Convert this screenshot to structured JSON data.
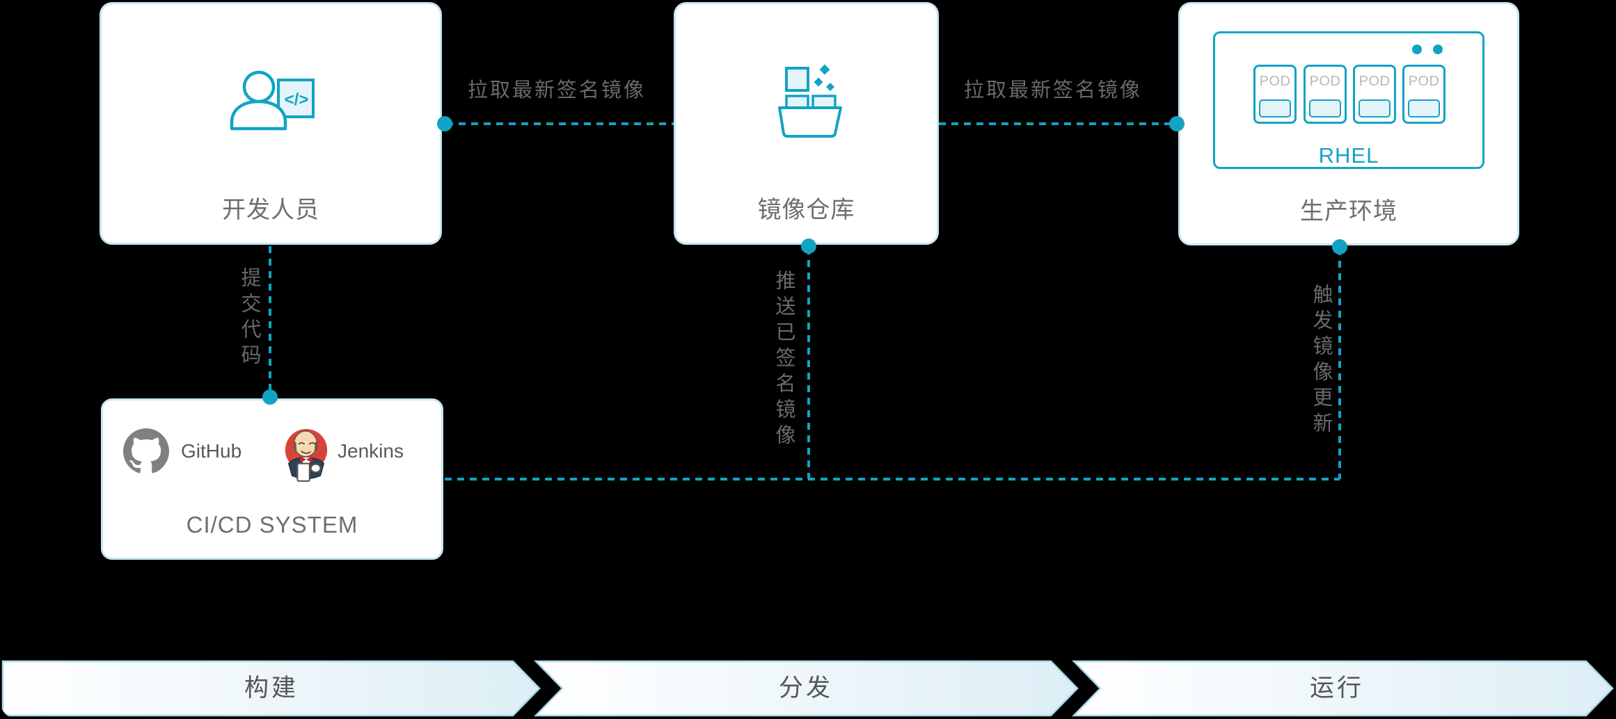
{
  "colors": {
    "accent": "#12a3c4",
    "box-border": "#c8e7f1",
    "label-gray": "#6d6e71",
    "edge-gray": "#696a6d",
    "chev-text": "#55565a",
    "pod-gray": "#b6b8bb",
    "chev-border": "#abd9e8",
    "chev-fill": "#ddeef6",
    "icon-fill": "#e4f4fa",
    "github-gray": "#7d8184",
    "jenkins-red": "#d7433b"
  },
  "nodes": {
    "developer": {
      "label": "开发人员",
      "icon": "developer-code-icon",
      "code_glyph": "</>"
    },
    "registry": {
      "label": "镜像仓库",
      "icon": "container-ship-icon"
    },
    "production": {
      "label": "生产环境",
      "os_label": "RHEL",
      "pod_label": "POD",
      "icon": "rhel-pods-panel"
    },
    "cicd": {
      "label": "CI/CD SYSTEM",
      "github_label": "GitHub",
      "jenkins_label": "Jenkins"
    }
  },
  "edges": {
    "pull_dev": {
      "label": "拉取最新签名镜像"
    },
    "pull_prod": {
      "label": "拉取最新签名镜像"
    },
    "commit": {
      "label": "提交代码"
    },
    "push": {
      "label": "推送已签名镜像"
    },
    "trigger": {
      "label": "触发镜像更新"
    }
  },
  "stages": [
    {
      "label": "构建"
    },
    {
      "label": "分发"
    },
    {
      "label": "运行"
    }
  ]
}
